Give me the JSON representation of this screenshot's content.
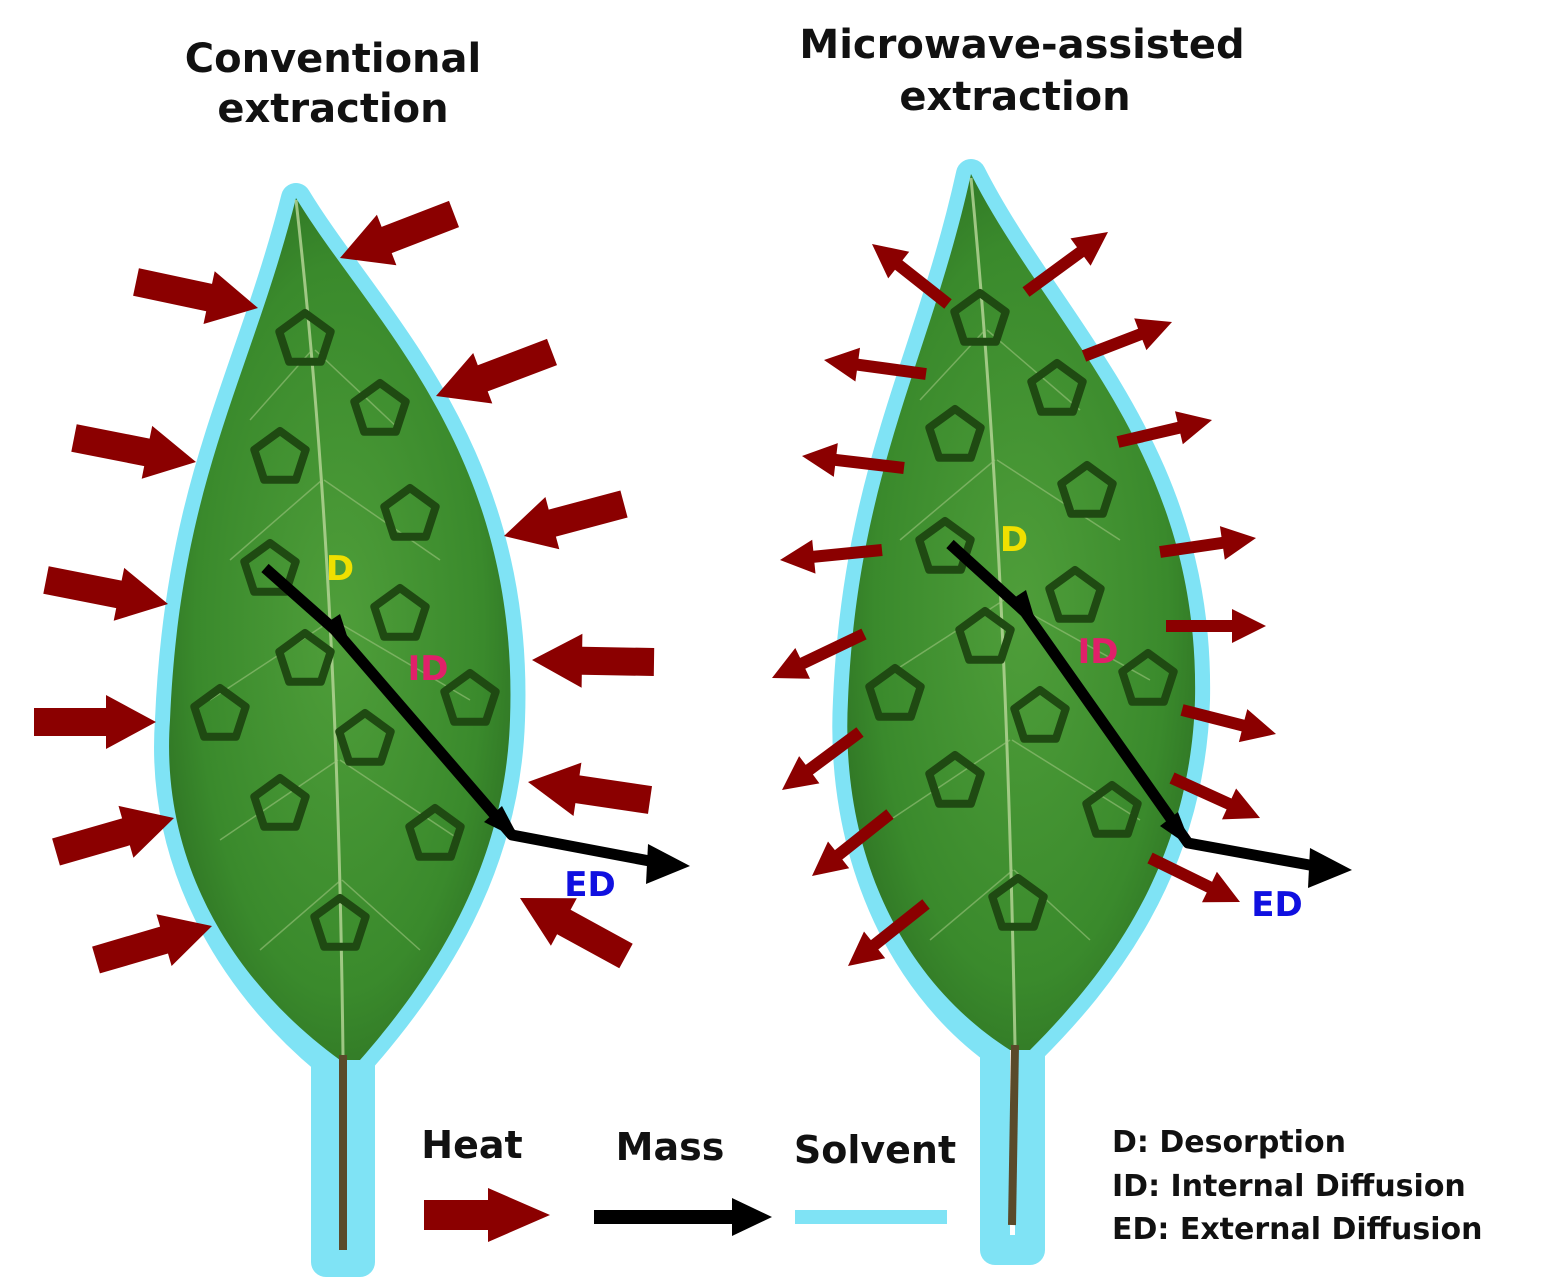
{
  "titles": {
    "left_line1": "Conventional",
    "left_line2": "extraction",
    "right_line1": "Microwave-assisted",
    "right_line2": "extraction"
  },
  "labels": {
    "d": "D",
    "id": "ID",
    "ed": "ED"
  },
  "legend": {
    "heat": "Heat",
    "mass": "Mass",
    "solvent": "Solvent"
  },
  "key": {
    "d": "D: Desorption",
    "id": "ID: Internal Diffusion",
    "ed": "ED: External Diffusion"
  },
  "colors": {
    "heat_arrow": "#8b0000",
    "mass_arrow": "#000000",
    "solvent": "#7fe3f5",
    "leaf": "#3c8a2e",
    "compound_outline": "#1f4a12",
    "d_label": "#f0e000",
    "id_label": "#e0206a",
    "ed_label": "#1010e0"
  }
}
